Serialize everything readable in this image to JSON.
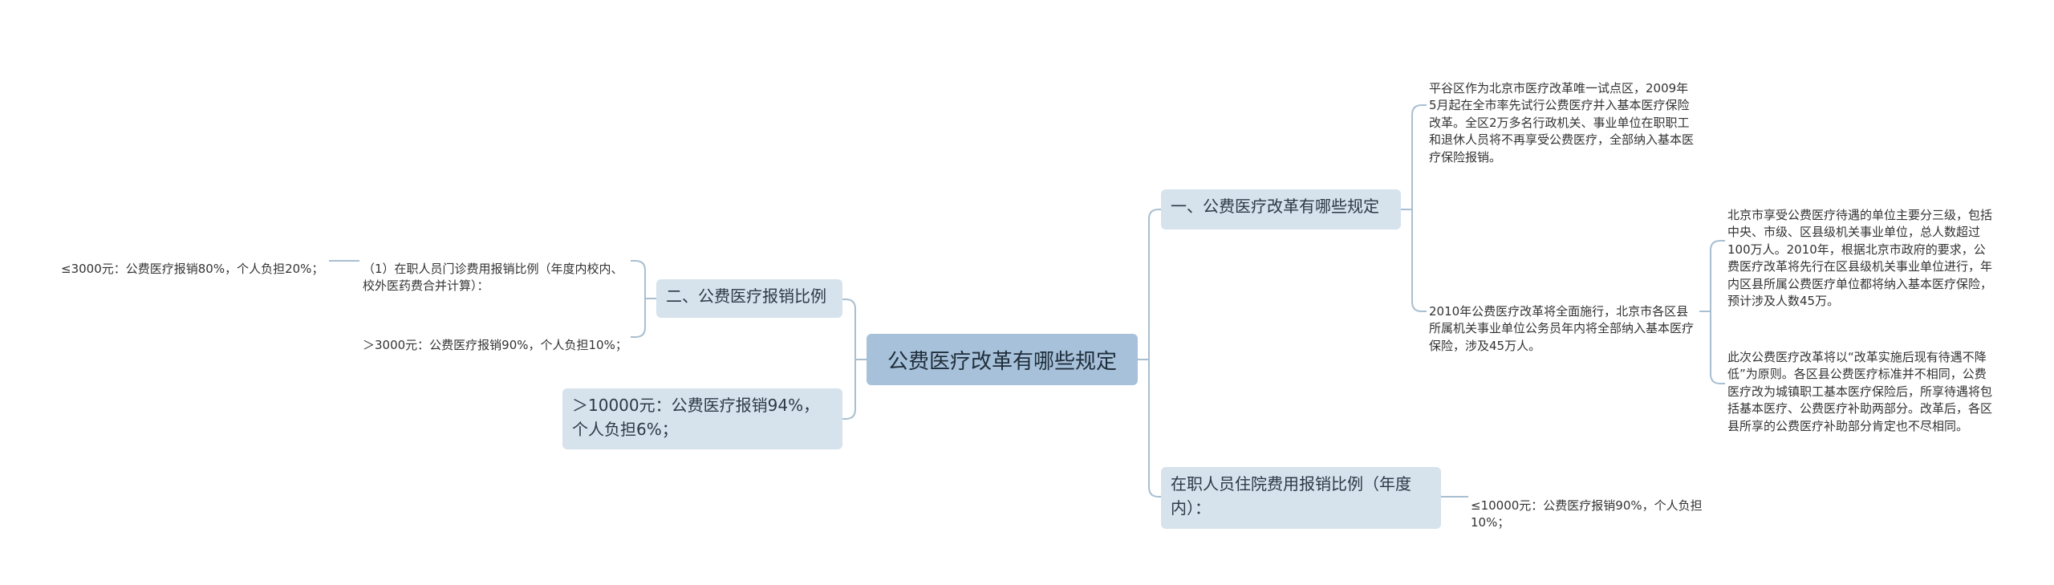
{
  "root": {
    "label": "公费医疗改革有哪些规定"
  },
  "right": {
    "branch1": {
      "label": "一、公费医疗改革有哪些规定",
      "child1": "平谷区作为北京市医疗改革唯一试点区，2009年5月起在全市率先试行公费医疗并入基本医疗保险改革。全区2万多名行政机关、事业单位在职职工和退休人员将不再享受公费医疗，全部纳入基本医疗保险报销。",
      "child2": {
        "label": "2010年公费医疗改革将全面施行，北京市各区县所属机关事业单位公务员年内将全部纳入基本医疗保险，涉及45万人。",
        "sub1": "北京市享受公费医疗待遇的单位主要分三级，包括中央、市级、区县级机关事业单位，总人数超过100万人。2010年，根据北京市政府的要求，公费医疗改革将先行在区县级机关事业单位进行，年内区县所属公费医疗单位都将纳入基本医疗保险，预计涉及人数45万。",
        "sub2": "此次公费医疗改革将以“改革实施后现有待遇不降低”为原则。各区县公费医疗标准并不相同，公费医疗改为城镇职工基本医疗保险后，所享待遇将包括基本医疗、公费医疗补助两部分。改革后，各区县所享的公费医疗补助部分肯定也不尽相同。"
      }
    },
    "branch2": {
      "label": "在职人员住院费用报销比例（年度内）：",
      "child1": "≤10000元：公费医疗报销90%，个人负担10%；"
    }
  },
  "left": {
    "branch1": {
      "label": "二、公费医疗报销比例",
      "child1": {
        "label": "（1）在职人员门诊费用报销比例（年度内校内、校外医药费合并计算）：",
        "sub1": "≤3000元：公费医疗报销80%，个人负担20%；"
      },
      "child2": "＞3000元：公费医疗报销90%，个人负担10%；"
    },
    "branch2": {
      "label": "＞10000元：公费医疗报销94%，个人负担6%；"
    }
  },
  "colors": {
    "root_fill": "#a6c1d9",
    "branch_fill": "#d6e2ec",
    "connector": "#a8bfd1"
  }
}
